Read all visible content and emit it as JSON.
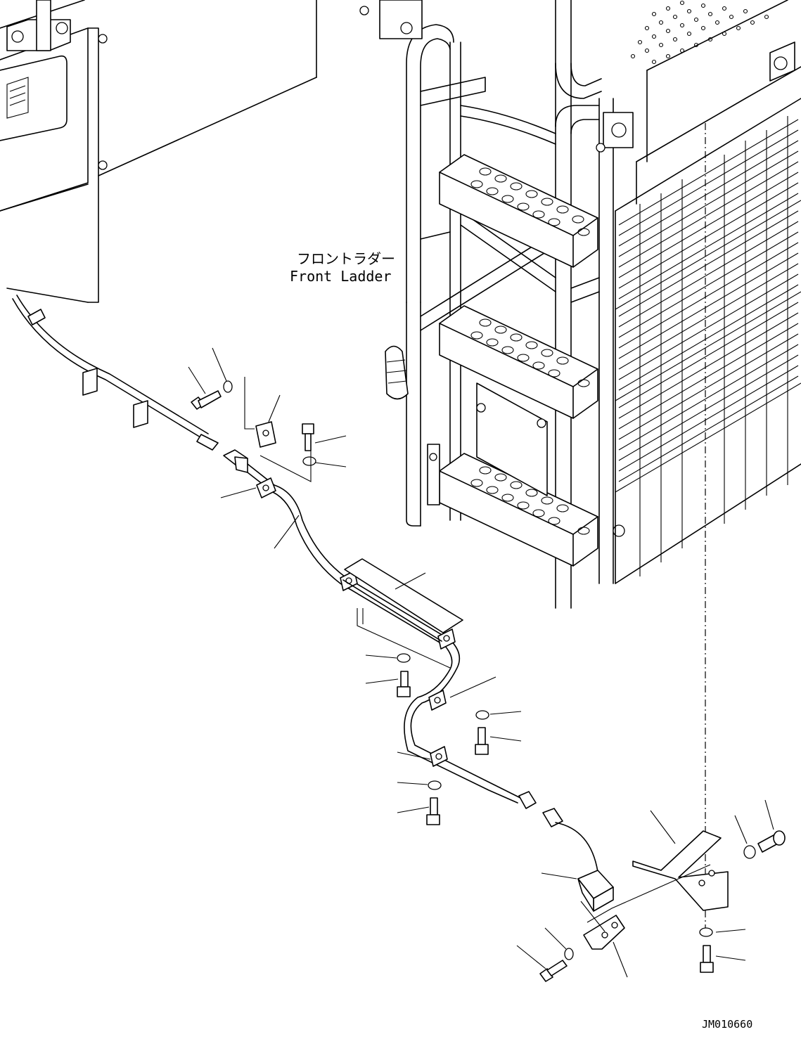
{
  "figure": {
    "label_japanese": "フロントラダー",
    "label_english": "Front Ladder",
    "drawing_number": "JM010660"
  },
  "icons": [
    "bolt-icon",
    "washer-icon",
    "clamp-icon",
    "connector-icon",
    "sensor-icon",
    "bracket-icon"
  ],
  "colors": {
    "line": "#000000",
    "background": "#ffffff"
  }
}
